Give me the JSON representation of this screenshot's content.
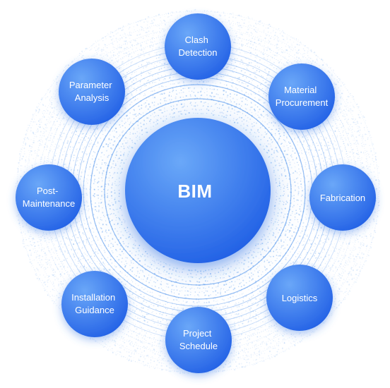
{
  "center": {
    "label": "BIM"
  },
  "nodes": [
    {
      "id": "clash-detection",
      "lines": [
        "Clash",
        "Detection"
      ]
    },
    {
      "id": "material-procurement",
      "lines": [
        "Material",
        "Procurement"
      ]
    },
    {
      "id": "fabrication",
      "lines": [
        "Fabrication"
      ]
    },
    {
      "id": "logistics",
      "lines": [
        "Logistics"
      ]
    },
    {
      "id": "project-schedule",
      "lines": [
        "Project",
        "Schedule"
      ]
    },
    {
      "id": "installation-guidance",
      "lines": [
        "Installation",
        "Guidance"
      ]
    },
    {
      "id": "post-maintenance",
      "lines": [
        "Post-",
        "Maintenance"
      ]
    },
    {
      "id": "parameter-analysis",
      "lines": [
        "Parameter",
        "Analysis"
      ]
    }
  ],
  "colors": {
    "node_light": "#5a9af5",
    "node_dark": "#2a66e8",
    "center_light": "#5d9cf6",
    "center_dark": "#2462e6",
    "ring": "#3d86ea",
    "dots": "#6aa6f0",
    "label": "#ffffff"
  }
}
